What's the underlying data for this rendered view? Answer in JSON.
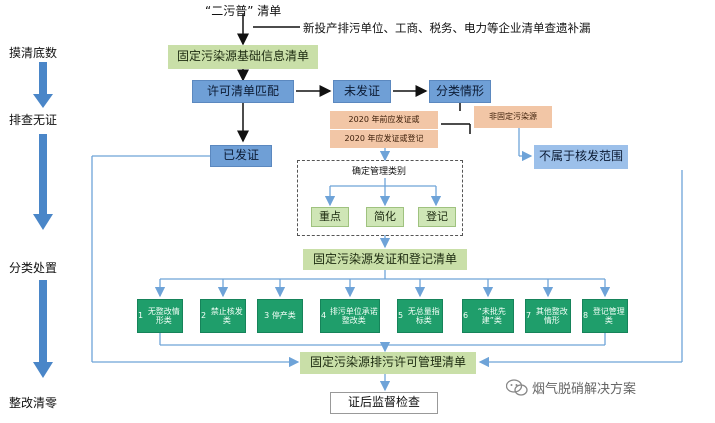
{
  "top": {
    "survey_label": "“二污普” 清单",
    "supplement_text": "新投产排污单位、工商、税务、电力等企业清单查遗补漏"
  },
  "stages": [
    "摸清底数",
    "排查无证",
    "分类处置",
    "整改清零"
  ],
  "nodes": {
    "basic_list": "固定污染源基础信息清单",
    "license_match": "许可清单匹配",
    "not_issued": "未发证",
    "classify": "分类情形",
    "due_2020_a": "2020 年前应发证或",
    "due_2020_b": "2020 年应发证或登记",
    "non_fixed": "非固定污染源",
    "issued": "已发证",
    "out_of_scope": "不属于核发范围",
    "mgmt_category": "确定管理类别",
    "key": "重点",
    "simplified": "简化",
    "register": "登记",
    "issue_register_list": "固定污染源发证和登记清单",
    "permit_mgmt_list": "固定污染源排污许可管理清单",
    "post_inspection": "证后监督检查"
  },
  "categories": [
    {
      "num": "1",
      "label": "无整改情形类"
    },
    {
      "num": "2",
      "label": "禁止核发类"
    },
    {
      "num": "3",
      "label": "停产类"
    },
    {
      "num": "4",
      "label": "排污单位承诺整改类"
    },
    {
      "num": "5",
      "label": "无总量指标类"
    },
    {
      "num": "6",
      "label": "“未批先建”类"
    },
    {
      "num": "7",
      "label": "其他整改情形"
    },
    {
      "num": "8",
      "label": "登记管理类"
    }
  ],
  "watermark": "烟气脱硝解决方案",
  "colors": {
    "arrow": "#6ea3d8",
    "green_dark": "#1f9e6b",
    "green_light": "#c9dfa8",
    "blue": "#6f9fd6",
    "orange": "#f2c6a6"
  }
}
